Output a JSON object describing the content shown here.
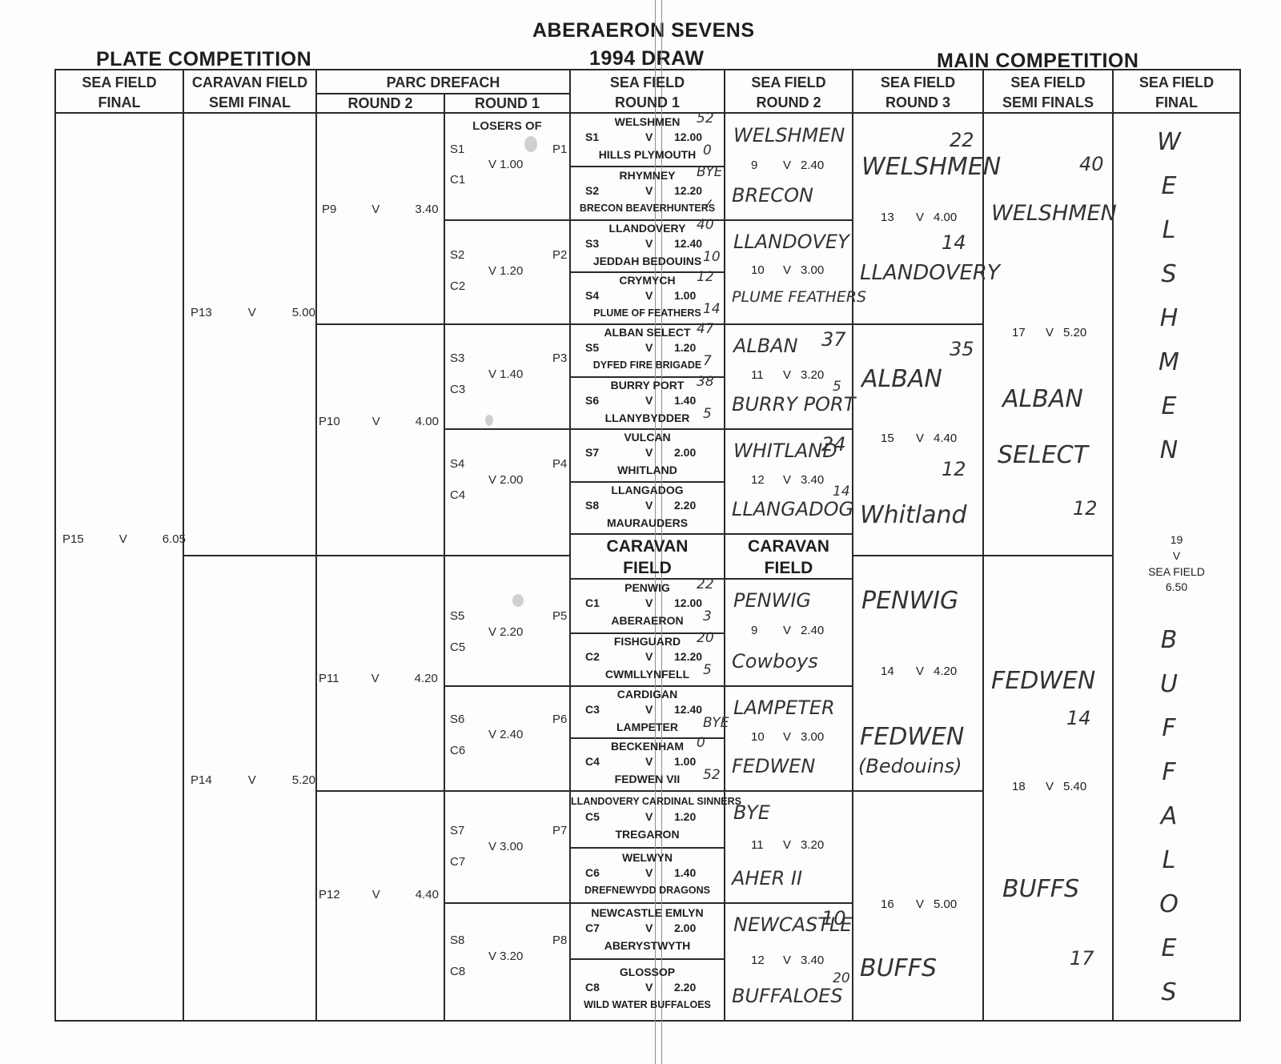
{
  "titles": {
    "event": "ABERAERON SEVENS",
    "year": "1994 DRAW",
    "plate": "PLATE COMPETITION",
    "main": "MAIN COMPETITION"
  },
  "headers": {
    "sea_final": [
      "SEA FIELD",
      "FINAL"
    ],
    "caravan_semi": [
      "CARAVAN FIELD",
      "SEMI FINAL"
    ],
    "parc": "PARC DREFACH",
    "round2": "ROUND 2",
    "round1": "ROUND 1",
    "sea_r1": [
      "SEA FIELD",
      "ROUND 1"
    ],
    "sea_r2": [
      "SEA FIELD",
      "ROUND 2"
    ],
    "sea_r3": [
      "SEA FIELD",
      "ROUND 3"
    ],
    "sea_semis": [
      "SEA FIELD",
      "SEMI FINALS"
    ],
    "sea_final_main": [
      "SEA FIELD",
      "FINAL"
    ]
  },
  "plate": {
    "losers_of": "LOSERS OF",
    "final": {
      "match": "P15",
      "v": "V",
      "time": "6.05"
    },
    "semis": [
      {
        "match": "P13",
        "v": "V",
        "time": "5.00"
      },
      {
        "match": "P14",
        "v": "V",
        "time": "5.20"
      }
    ],
    "round2": [
      {
        "match": "P9",
        "v": "V",
        "time": "3.40"
      },
      {
        "match": "P10",
        "v": "V",
        "time": "4.00"
      },
      {
        "match": "P11",
        "v": "V",
        "time": "4.20"
      },
      {
        "match": "P12",
        "v": "V",
        "time": "4.40"
      }
    ],
    "round1": [
      {
        "s": "S1",
        "c": "C1",
        "p": "P1",
        "time": "V 1.00"
      },
      {
        "s": "S2",
        "c": "C2",
        "p": "P2",
        "time": "V 1.20"
      },
      {
        "s": "S3",
        "c": "C3",
        "p": "P3",
        "time": "V 1.40"
      },
      {
        "s": "S4",
        "c": "C4",
        "p": "P4",
        "time": "V 2.00"
      },
      {
        "s": "S5",
        "c": "C5",
        "p": "P5",
        "time": "V 2.20"
      },
      {
        "s": "S6",
        "c": "C6",
        "p": "P6",
        "time": "V 2.40"
      },
      {
        "s": "S7",
        "c": "C7",
        "p": "P7",
        "time": "V 3.00"
      },
      {
        "s": "S8",
        "c": "C8",
        "p": "P8",
        "time": "V 3.20"
      }
    ]
  },
  "caravan_field": [
    "CARAVAN",
    "FIELD",
    "CARAVAN",
    "FIELD"
  ],
  "round1_matches": [
    {
      "id": "S1",
      "team1": "WELSHMEN",
      "v": "V",
      "time": "12.00",
      "team2": "HILLS PLYMOUTH",
      "s1": "52",
      "s2": "0"
    },
    {
      "id": "S2",
      "team1": "RHYMNEY",
      "v": "V",
      "time": "12.20",
      "team2": "BRECON BEAVERHUNTERS",
      "s1": "BYE",
      "s2": "✓"
    },
    {
      "id": "S3",
      "team1": "LLANDOVERY",
      "v": "V",
      "time": "12.40",
      "team2": "JEDDAH BEDOUINS",
      "s1": "40",
      "s2": "10"
    },
    {
      "id": "S4",
      "team1": "CRYMYCH",
      "v": "V",
      "time": "1.00",
      "team2": "PLUME OF FEATHERS",
      "s1": "12",
      "s2": "14"
    },
    {
      "id": "S5",
      "team1": "ALBAN SELECT",
      "v": "V",
      "time": "1.20",
      "team2": "DYFED FIRE BRIGADE",
      "s1": "47",
      "s2": "7"
    },
    {
      "id": "S6",
      "team1": "BURRY PORT",
      "v": "V",
      "time": "1.40",
      "team2": "LLANYBYDDER",
      "s1": "38",
      "s2": "5"
    },
    {
      "id": "S7",
      "team1": "VULCAN",
      "v": "V",
      "time": "2.00",
      "team2": "WHITLAND",
      "s1": "",
      "s2": ""
    },
    {
      "id": "S8",
      "team1": "LLANGADOG",
      "v": "V",
      "time": "2.20",
      "team2": "MAURAUDERS",
      "s1": "",
      "s2": ""
    },
    {
      "id": "C1",
      "team1": "PENWIG",
      "v": "V",
      "time": "12.00",
      "team2": "ABERAERON",
      "s1": "22",
      "s2": "3"
    },
    {
      "id": "C2",
      "team1": "FISHGUARD",
      "v": "V",
      "time": "12.20",
      "team2": "CWMLLYNFELL",
      "s1": "20",
      "s2": "5"
    },
    {
      "id": "C3",
      "team1": "CARDIGAN",
      "v": "V",
      "time": "12.40",
      "team2": "LAMPETER",
      "s1": "",
      "s2": "BYE"
    },
    {
      "id": "C4",
      "team1": "BECKENHAM",
      "v": "V",
      "time": "1.00",
      "team2": "FEDWEN VII",
      "s1": "0",
      "s2": "52"
    },
    {
      "id": "C5",
      "team1": "LLANDOVERY CARDINAL SINNERS",
      "v": "V",
      "time": "1.20",
      "team2": "TREGARON",
      "s1": "",
      "s2": ""
    },
    {
      "id": "C6",
      "team1": "WELWYN",
      "v": "V",
      "time": "1.40",
      "team2": "DREFNEWYDD DRAGONS",
      "s1": "",
      "s2": ""
    },
    {
      "id": "C7",
      "team1": "NEWCASTLE EMLYN",
      "v": "V",
      "time": "2.00",
      "team2": "ABERYSTWYTH",
      "s1": "",
      "s2": ""
    },
    {
      "id": "C8",
      "team1": "GLOSSOP",
      "v": "V",
      "time": "2.20",
      "team2": "WILD WATER BUFFALOES",
      "s1": "",
      "s2": ""
    }
  ],
  "round2_matches": [
    {
      "num": "9",
      "v": "V",
      "time": "2.40",
      "w1": "WELSHMEN",
      "w2": "BRECON",
      "s1": "",
      "s2": ""
    },
    {
      "num": "10",
      "v": "V",
      "time": "3.00",
      "w1": "LLANDOVEY",
      "w2": "PLUME FEATHERS",
      "s1": "",
      "s2": ""
    },
    {
      "num": "11",
      "v": "V",
      "time": "3.20",
      "w1": "ALBAN",
      "w2": "BURRY PORT",
      "s1": "37",
      "s2": "5"
    },
    {
      "num": "12",
      "v": "V",
      "time": "3.40",
      "w1": "WHITLAND",
      "w2": "LLANGADOG",
      "s1": "24",
      "s2": "14"
    },
    {
      "num": "9",
      "v": "V",
      "time": "2.40",
      "w1": "PENWIG",
      "w2": "Cowboys",
      "s1": "",
      "s2": ""
    },
    {
      "num": "10",
      "v": "V",
      "time": "3.00",
      "w1": "LAMPETER",
      "w2": "FEDWEN",
      "s1": "",
      "s2": ""
    },
    {
      "num": "11",
      "v": "V",
      "time": "3.20",
      "w1": "BYE",
      "w2": "AHER II",
      "s1": "",
      "s2": ""
    },
    {
      "num": "12",
      "v": "V",
      "time": "3.40",
      "w1": "NEWCASTLE",
      "w2": "BUFFALOES",
      "s1": "10",
      "s2": "20"
    }
  ],
  "round3_matches": [
    {
      "num": "13",
      "v": "V",
      "time": "4.00",
      "w1": "WELSHMEN",
      "w2": "LLANDOVERY",
      "s1": "22",
      "s2": "14"
    },
    {
      "num": "15",
      "v": "V",
      "time": "4.40",
      "w1": "ALBAN",
      "w2": "Whitland",
      "s1": "35",
      "s2": "12"
    },
    {
      "num": "14",
      "v": "V",
      "time": "4.20",
      "w1": "PENWIG",
      "w2": "FEDWEN",
      "w3": "(Bedouins)",
      "s1": "",
      "s2": ""
    },
    {
      "num": "16",
      "v": "V",
      "time": "5.00",
      "w1": "",
      "w2": "BUFFS",
      "s1": "",
      "s2": ""
    }
  ],
  "semis": [
    {
      "num": "17",
      "v": "V",
      "time": "5.20",
      "w1": "WELSHMEN",
      "w2": "ALBAN",
      "w3": "SELECT",
      "s1": "40",
      "s2": "12"
    },
    {
      "num": "18",
      "v": "V",
      "time": "5.40",
      "w1": "FEDWEN",
      "w2": "BUFFS",
      "s1": "14",
      "s2": "17"
    }
  ],
  "final": {
    "num": "19",
    "v": "V",
    "venue": "SEA FIELD",
    "time": "6.50",
    "winner": [
      "W",
      "E",
      "L",
      "S",
      "H",
      "M",
      "E",
      "N"
    ],
    "runner_up": [
      "B",
      "U",
      "F",
      "F",
      "A",
      "L",
      "O",
      "E",
      "S"
    ]
  }
}
